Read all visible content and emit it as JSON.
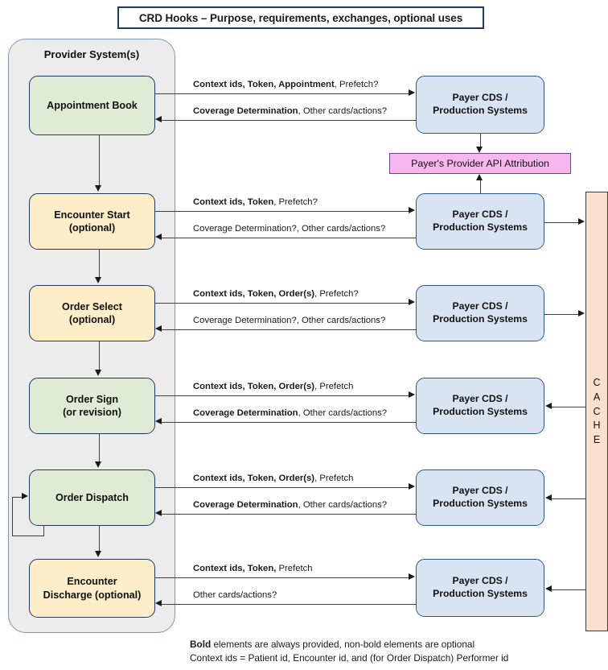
{
  "title": "CRD Hooks – Purpose, requirements, exchanges, optional uses",
  "provider": {
    "label": "Provider System(s)",
    "hooks": [
      {
        "line1": "Appointment Book",
        "line2": "",
        "color": "green"
      },
      {
        "line1": "Encounter Start",
        "line2": "(optional)",
        "color": "yellow"
      },
      {
        "line1": "Order Select",
        "line2": "(optional)",
        "color": "yellow"
      },
      {
        "line1": "Order Sign",
        "line2": "(or revision)",
        "color": "green"
      },
      {
        "line1": "Order Dispatch",
        "line2": "",
        "color": "green"
      },
      {
        "line1": "Encounter",
        "line2": "Discharge (optional)",
        "color": "yellow"
      }
    ]
  },
  "payer": {
    "line1": "Payer CDS /",
    "line2": "Production Systems",
    "boxes": [
      {
        "line1": "Payer CDS /",
        "line2": "Production Systems"
      },
      {
        "line1": "Payer CDS /",
        "line2": "Production Systems"
      },
      {
        "line1": "Payer CDS /",
        "line2": "Production Systems"
      },
      {
        "line1": "Payer CDS /",
        "line2": "Production Systems"
      },
      {
        "line1": "Payer CDS /",
        "line2": "Production Systems"
      },
      {
        "line1": "Payer CDS /",
        "line2": "Production Systems"
      }
    ]
  },
  "attribution": {
    "label": "Payer's Provider API Attribution"
  },
  "cache": {
    "letters": [
      "C",
      "A",
      "C",
      "H",
      "E"
    ],
    "label": "CACHE"
  },
  "exchanges": [
    {
      "request_bold": "Context ids, Token, Appointment",
      "request_normal": ", Prefetch?",
      "response_bold": "Coverage Determination",
      "response_normal": ", Other cards/actions?"
    },
    {
      "request_bold": "Context ids, Token",
      "request_normal": ", Prefetch?",
      "response_bold": "",
      "response_normal": "Coverage Determination?, Other cards/actions?"
    },
    {
      "request_bold": "Context ids, Token, Order(s)",
      "request_normal": ", Prefetch?",
      "response_bold": "",
      "response_normal": "Coverage Determination?, Other cards/actions?"
    },
    {
      "request_bold": "Context ids, Token, Order(s)",
      "request_normal": ", Prefetch",
      "response_bold": "Coverage Determination",
      "response_normal": ", Other cards/actions?"
    },
    {
      "request_bold": "Context ids, Token, Order(s)",
      "request_normal": ", Prefetch",
      "response_bold": "Coverage Determination",
      "response_normal": ", Other cards/actions?"
    },
    {
      "request_bold": "Context ids, Token,",
      "request_normal": " Prefetch",
      "response_bold": "",
      "response_normal": "Other cards/actions?"
    }
  ],
  "footnotes": {
    "line1_bold": "Bold",
    "line1_rest": " elements are always provided, non-bold elements are optional",
    "line2": "Context ids = Patient id, Encounter id, and (for Order Dispatch) Performer id"
  },
  "colors": {
    "title_border": "#1f3864",
    "provider_fill": "#ececec",
    "hook_green": "#dfebd4",
    "hook_yellow": "#fdeec9",
    "payer_fill": "#d9e4f2",
    "payer_border": "#2f5597",
    "attribution_fill": "#f6b7ef",
    "attribution_border": "#7b3f8f",
    "cache_fill": "#fae0cd",
    "line": "#404040"
  }
}
